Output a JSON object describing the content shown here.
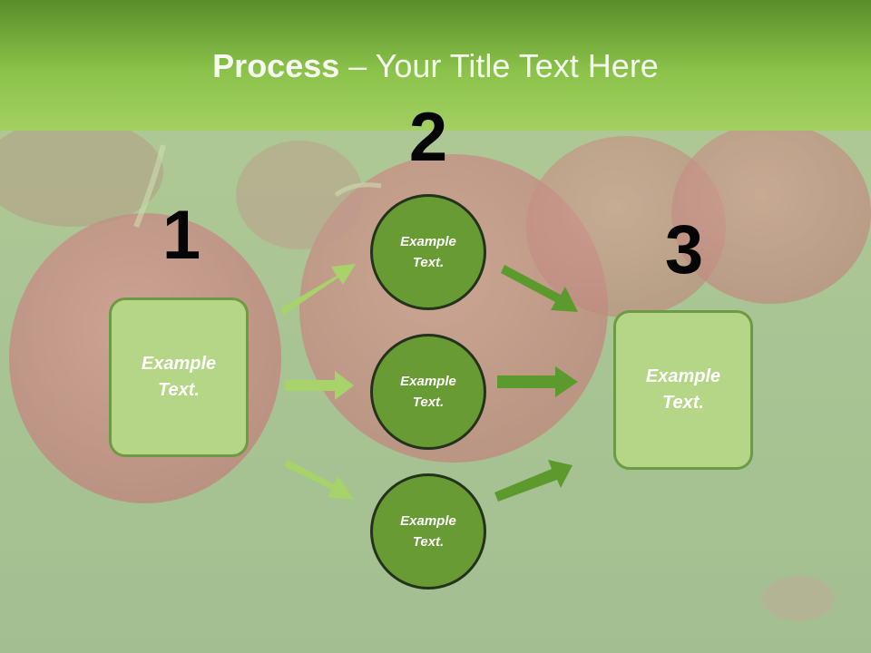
{
  "slide": {
    "title_bold": "Process",
    "title_rest": " – Your Title Text Here"
  },
  "steps": {
    "step1": {
      "number": "1",
      "text": "Example Text."
    },
    "step2": {
      "number": "2",
      "circles": [
        {
          "text": "Example Text."
        },
        {
          "text": "Example Text."
        },
        {
          "text": "Example Text."
        }
      ]
    },
    "step3": {
      "number": "3",
      "text": "Example Text."
    }
  },
  "colors": {
    "header": "#8bc34a",
    "box_fill": "#b5d687",
    "circle_fill": "#689b33",
    "arrow_light": "#a8d26a",
    "arrow_dark": "#5d9a2e"
  }
}
